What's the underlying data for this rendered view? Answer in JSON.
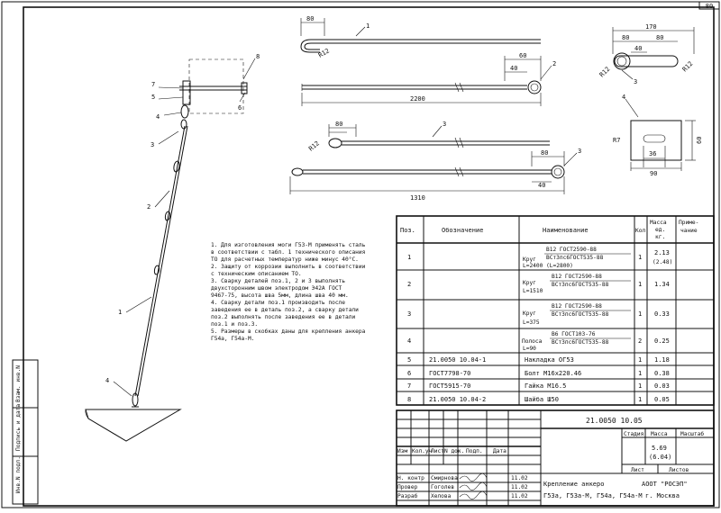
{
  "sheet": {
    "number": "80",
    "doc_code": "21.0050 10.05",
    "mass": "5.69\n(6.04)",
    "mass_l1": "5.69",
    "mass_l2": "(6.04)",
    "stage_label": "Стадия",
    "mass_label": "Масса",
    "scale_label": "Масштаб",
    "sheet_label": "Лист",
    "sheets_label": "Листов",
    "title_l1": "Крепление анкеро",
    "title_l2": "Г53а, Г53а-М, Г54а, Г54а-М",
    "org_l1": "АООТ \"РОСЭП\"",
    "org_l2": "г. Москва",
    "col_heads": [
      "Изм",
      "Кол.уч",
      "Лист",
      "N док.",
      "Подп.",
      "Дата"
    ],
    "roles": [
      {
        "role": "Н. контр",
        "name": "Смирнова"
      },
      {
        "role": "Провер",
        "name": "Гоголев"
      },
      {
        "role": "Разраб",
        "name": "Хелова"
      }
    ],
    "signature_dates": [
      "11.02",
      "11.02",
      "11.02"
    ]
  },
  "left_stamp": [
    "Инв.N подл.",
    "Подпись и дата",
    "Взам. инв.N"
  ],
  "notes": [
    "1. Для изготовления моги Г53-М применять сталь",
    "в соответствии с табл. 1 технического описания",
    "ТО для расчетных температур ниже минус 40°С.",
    "2. Защиту от коррозии выполнить в соответствии",
    "с техническим описанием ТО.",
    "3. Сварку деталей поз.1, 2 и 3 выполнять",
    "двухсторонним швом электродом Э42А ГОСТ",
    "9467-75, высота шва 5мм, длина шва 40 мм.",
    "4. Сварку детали поз.1 производить после",
    "заведения ее в деталь поз.2, а сварку детали",
    "поз.2 выполнять после заведения ее в детали",
    "поз.1 и поз.3.",
    "5. Размеры в скобках даны для крепления анкера",
    "Г54а, Г54а-М."
  ],
  "bom": {
    "headers": {
      "pos": "Поз.",
      "designation": "Обозначение",
      "name": "Наименование",
      "qty": "Кол.",
      "mass_l1": "Масса",
      "mass_l2": "ед.",
      "mass_l3": "кг.",
      "note_l1": "Приме-",
      "note_l2": "чание"
    },
    "rows": [
      {
        "pos": "1",
        "designation": "",
        "name_prefix": "Круг",
        "name_top": "В12 ГОСТ2590-88",
        "name_bottom": "ВСт3пс6ГОСТ535-88",
        "name_sub": "L=2400\n(L=2800)",
        "qty": "1",
        "mass": "2.13",
        "mass_alt": "(2.48)"
      },
      {
        "pos": "2",
        "designation": "",
        "name_prefix": "Круг",
        "name_top": "В12 ГОСТ2590-88",
        "name_bottom": "ВСт3пс6ГОСТ535-88",
        "name_sub": "L=1510",
        "qty": "1",
        "mass": "1.34",
        "mass_alt": ""
      },
      {
        "pos": "3",
        "designation": "",
        "name_prefix": "Круг",
        "name_top": "В12 ГОСТ2590-88",
        "name_bottom": "ВСт3пс6ГОСТ535-88",
        "name_sub": "L=375",
        "qty": "1",
        "mass": "0.33",
        "mass_alt": ""
      },
      {
        "pos": "4",
        "designation": "",
        "name_prefix": "Полоса",
        "name_top": "В6 ГОСТ103-76",
        "name_bottom": "ВСт3пс6ГОСТ535-88",
        "name_sub": "L=90",
        "qty": "2",
        "mass": "0.25",
        "mass_alt": ""
      },
      {
        "pos": "5",
        "designation": "21.0050 10.04-1",
        "name_prefix": "",
        "name_top": "Накладка ОГ53",
        "name_bottom": "",
        "name_sub": "",
        "qty": "1",
        "mass": "1.18",
        "mass_alt": ""
      },
      {
        "pos": "6",
        "designation": "ГОСТ7798-70",
        "name_prefix": "",
        "name_top": "Болт М16х220.46",
        "name_bottom": "",
        "name_sub": "",
        "qty": "1",
        "mass": "0.38",
        "mass_alt": ""
      },
      {
        "pos": "7",
        "designation": "ГОСТ5915-70",
        "name_prefix": "",
        "name_top": "Гайка М16.5",
        "name_bottom": "",
        "name_sub": "",
        "qty": "1",
        "mass": "0.03",
        "mass_alt": ""
      },
      {
        "pos": "8",
        "designation": "21.0050 10.04-2",
        "name_prefix": "",
        "name_top": "Шайба Ш50",
        "name_bottom": "",
        "name_sub": "",
        "qty": "1",
        "mass": "0.05",
        "mass_alt": ""
      }
    ]
  },
  "drawing": {
    "assembly_labels": [
      "8",
      "7",
      "5",
      "6",
      "4",
      "3",
      "2",
      "1",
      "4"
    ],
    "part1_dims": {
      "top": "80",
      "radius": "R12",
      "label": "1"
    },
    "part2_dims": {
      "d40": "40",
      "d60": "60",
      "len": "2200",
      "label": "2"
    },
    "part3_dims": {
      "d80": "80",
      "r12": "R12",
      "d80b": "80",
      "d40": "40",
      "len": "1310",
      "label": "3"
    },
    "detail_eye": {
      "d170": "170",
      "d80a": "80",
      "d80b": "80",
      "d40": "40",
      "r12a": "R12",
      "r12b": "R12",
      "label": "3"
    },
    "detail_plate": {
      "label": "4",
      "d87": "R7",
      "d60": "60",
      "d36": "36",
      "d90": "90"
    }
  }
}
